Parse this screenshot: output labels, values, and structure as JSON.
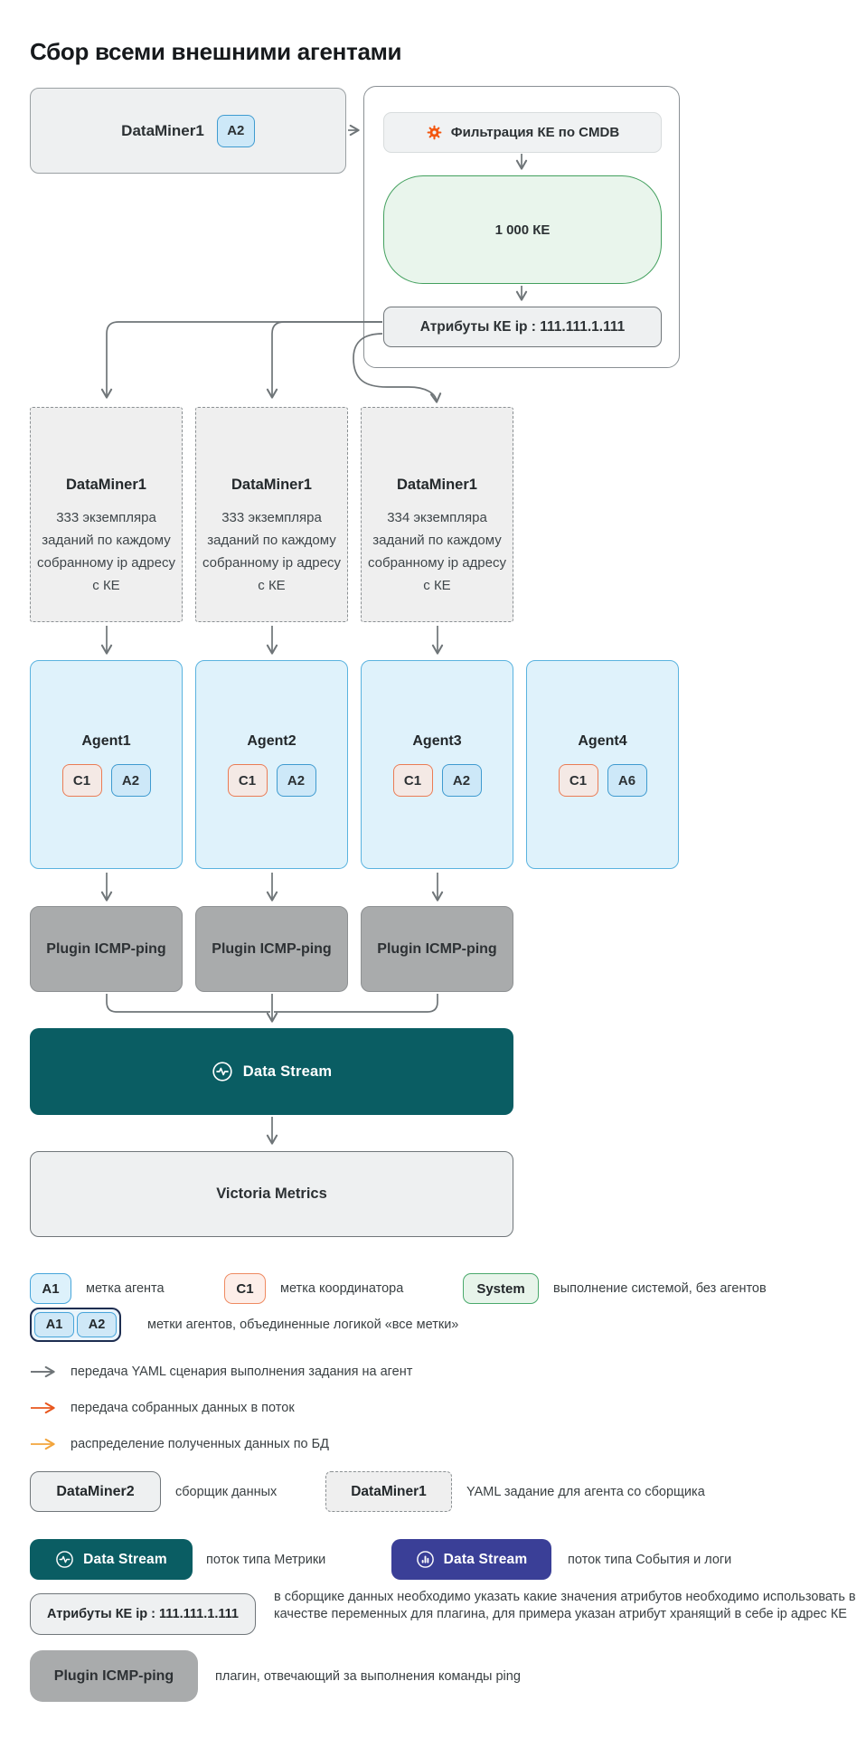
{
  "title": "Сбор всеми внешними агентами",
  "colors": {
    "accent_teal": "#0a5d63",
    "accent_indigo": "#3a3f97",
    "agent_blue": "#3f9bd0",
    "coordinator_orange": "#ef8a61",
    "system_green": "#4aa96c",
    "gear_orange": "#f3560f",
    "arrow_gray": "#6f7578",
    "arrow_orange": "#e8561d",
    "arrow_amber": "#f2a43b"
  },
  "top_miner": {
    "label": "DataMiner1",
    "badge": "A2"
  },
  "pipeline": {
    "filter_label": "Фильтрация КЕ по CMDB",
    "count_label": "1 000 КЕ",
    "attrs_label": "Атрибуты КЕ ip : 111.111.1.111"
  },
  "miners": [
    {
      "title": "DataMiner1",
      "body": "333 экземпляра заданий по каждому собранному ip адресу с КЕ"
    },
    {
      "title": "DataMiner1",
      "body": "333 экземпляра заданий по каждому собранному ip адресу с КЕ"
    },
    {
      "title": "DataMiner1",
      "body": "334 экземпляра заданий по каждому собранному ip адресу с КЕ"
    }
  ],
  "agents": [
    {
      "title": "Agent1",
      "badges": [
        "C1",
        "A2"
      ]
    },
    {
      "title": "Agent2",
      "badges": [
        "C1",
        "A2"
      ]
    },
    {
      "title": "Agent3",
      "badges": [
        "C1",
        "A2"
      ]
    },
    {
      "title": "Agent4",
      "badges": [
        "C1",
        "A6"
      ]
    }
  ],
  "plugins": [
    "Plugin ICMP-ping",
    "Plugin ICMP-ping",
    "Plugin ICMP-ping"
  ],
  "stream": {
    "label": "Data Stream"
  },
  "storage": {
    "label": "Victoria Metrics"
  },
  "legend": {
    "a1": {
      "badge": "A1",
      "label": "метка агента"
    },
    "c1": {
      "badge": "C1",
      "label": "метка координатора"
    },
    "system": {
      "badge": "System",
      "label": "выполнение системой, без агентов"
    },
    "all_labels": {
      "badges": [
        "A1",
        "A2"
      ],
      "label": "метки агентов, объединенные логикой «все метки»"
    },
    "arrows": [
      {
        "label": "передача YAML сценария выполнения задания на агент"
      },
      {
        "label": "передача собранных данных в поток"
      },
      {
        "label": "распределение полученных данных по БД"
      }
    ],
    "miner_solid": {
      "badge": "DataMiner2",
      "label": "сборщик данных"
    },
    "miner_dashed": {
      "badge": "DataMiner1",
      "label": "YAML задание для агента со сборщика"
    },
    "stream_metrics": {
      "badge": "Data Stream",
      "label": "поток типа Метрики"
    },
    "stream_events": {
      "badge": "Data Stream",
      "label": "поток типа События и логи"
    },
    "attrs": {
      "badge": "Атрибуты КЕ ip : 111.111.1.111",
      "label": "в сборщике данных необходимо указать какие значения атрибутов необходимо использовать в качестве переменных для плагина, для примера указан атрибут хранящий в себе ip адрес КЕ"
    },
    "plugin": {
      "badge": "Plugin ICMP-ping",
      "label": "плагин, отвечающий за выполнения команды ping"
    }
  }
}
